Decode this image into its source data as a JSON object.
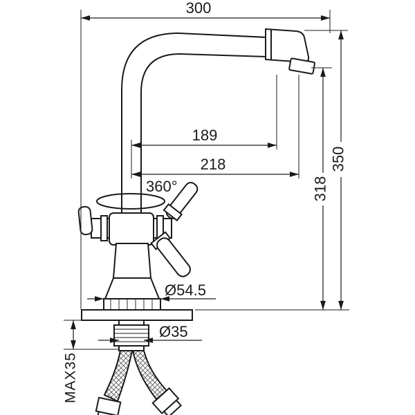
{
  "diagram": {
    "kind": "faucet-installation-technical-drawing",
    "labels": {
      "width_top": "300",
      "reach_inner": "189",
      "reach_outer": "218",
      "height_spout": "318",
      "height_total": "350",
      "swivel": "360°",
      "base_diameter": "Ø54.5",
      "shank_diameter": "Ø35",
      "max_counter_thickness": "MAX35"
    }
  },
  "colors": {
    "ink": "#1a1a1a",
    "background": "#ffffff"
  }
}
